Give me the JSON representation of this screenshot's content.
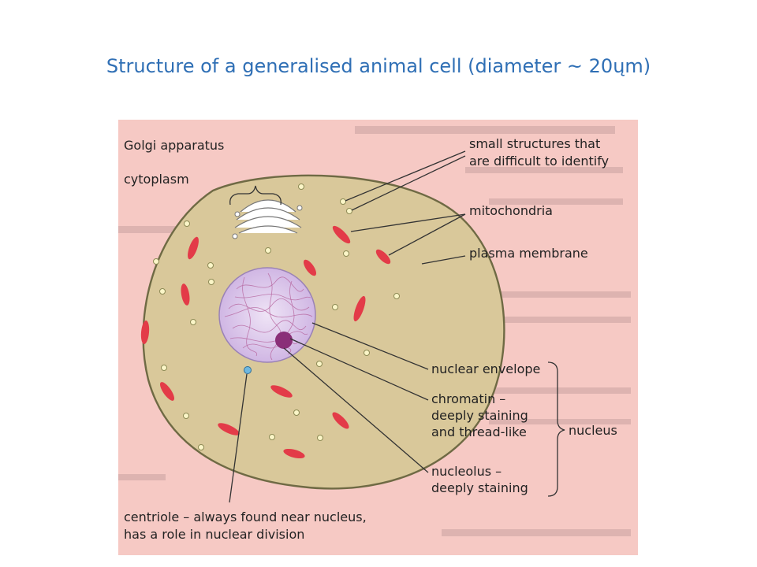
{
  "title": "Structure of a generalised animal cell (diameter ~ 20ųm)",
  "labels": {
    "golgi": "Golgi apparatus",
    "cytoplasm": "cytoplasm",
    "small_structures": [
      "small structures that",
      "are difficult to identify"
    ],
    "mitochondria": "mitochondria",
    "plasma_membrane": "plasma membrane",
    "nuclear_envelope": "nuclear envelope",
    "chromatin": [
      "chromatin –",
      "deeply staining",
      "and thread-like"
    ],
    "nucleus": "nucleus",
    "nucleolus": [
      "nucleolus –",
      "deeply staining"
    ],
    "centriole": [
      "centriole – always found near nucleus,",
      "has a role in nuclear division"
    ]
  },
  "colors": {
    "title": "#2f6fb5",
    "page_background": "#f6c9c4",
    "cytoplasm": "#d9c89a",
    "cell_outline": "#6f6a44",
    "nucleus": "#dcc8ea",
    "nucleolus": "#8a2f78",
    "mitochondria": "#e33b48",
    "centriole": "#6fb8e0"
  }
}
